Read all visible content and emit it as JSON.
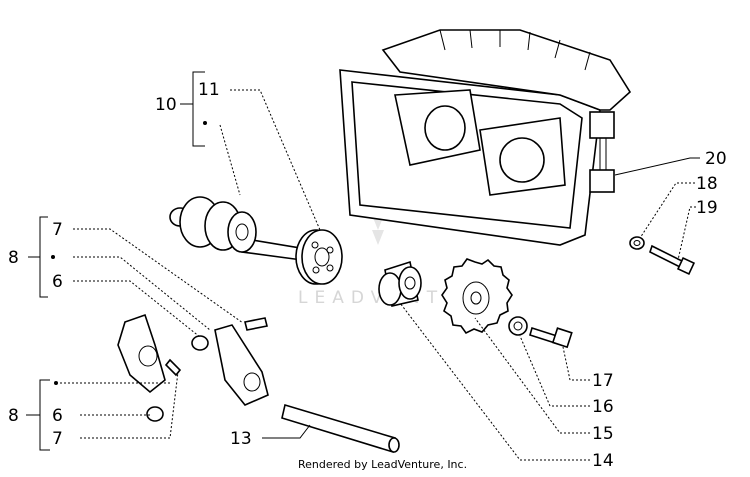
{
  "watermark": "LEADVENTURE",
  "caption": "Rendered by LeadVenture, Inc.",
  "callouts": {
    "c10": "10",
    "c11": "11",
    "c8a": "8",
    "c7a": "7",
    "c6a": "6",
    "c8b": "8",
    "c6b": "6",
    "c7b": "7",
    "c13": "13",
    "c14": "14",
    "c15": "15",
    "c16": "16",
    "c17": "17",
    "c18": "18",
    "c19": "19",
    "c20": "20"
  }
}
